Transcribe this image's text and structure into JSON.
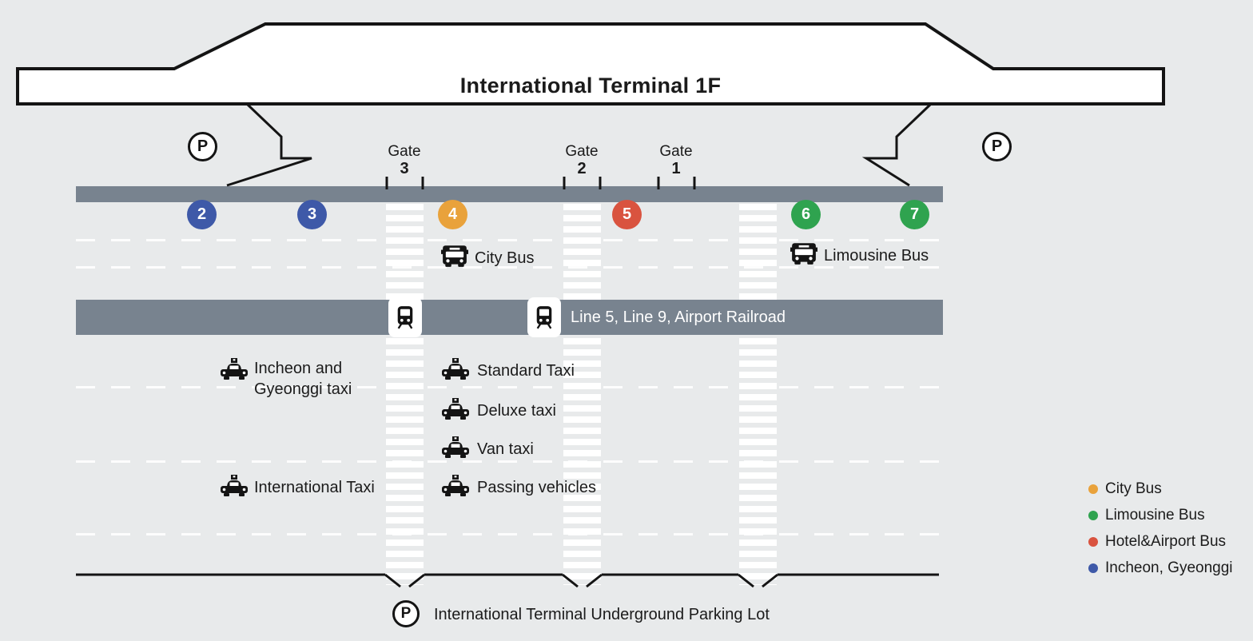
{
  "title": "International Terminal 1F",
  "parking": {
    "symbol": "P",
    "underground_label": "International Terminal Underground Parking Lot"
  },
  "gates": [
    {
      "word": "Gate",
      "number": "3"
    },
    {
      "word": "Gate",
      "number": "2"
    },
    {
      "word": "Gate",
      "number": "1"
    }
  ],
  "stops": [
    {
      "number": "2",
      "color": "#3e59a8"
    },
    {
      "number": "3",
      "color": "#3e59a8"
    },
    {
      "number": "4",
      "color": "#e9a23b"
    },
    {
      "number": "5",
      "color": "#d9533f"
    },
    {
      "number": "6",
      "color": "#2fa34f"
    },
    {
      "number": "7",
      "color": "#2fa34f"
    }
  ],
  "transit": {
    "city_bus": "City Bus",
    "limousine_bus": "Limousine Bus",
    "rail_line": "Line 5, Line 9, Airport Railroad"
  },
  "taxi": {
    "incheon_gyeonggi": "Incheon and\nGyeonggi taxi",
    "standard": "Standard Taxi",
    "deluxe": "Deluxe taxi",
    "van": "Van taxi",
    "passing": "Passing vehicles",
    "international": "International Taxi"
  },
  "legend": [
    {
      "label": "City Bus",
      "color": "#e9a23b"
    },
    {
      "label": "Limousine Bus",
      "color": "#2fa34f"
    },
    {
      "label": "Hotel&Airport Bus",
      "color": "#d9533f"
    },
    {
      "label": "Incheon, Gyeonggi",
      "color": "#3e59a8"
    }
  ],
  "colors": {
    "background": "#e8eaeb",
    "road_gray": "#78838f",
    "outline": "#141414",
    "stripe_white": "#ffffff"
  },
  "icons": [
    "bus-icon",
    "train-icon",
    "taxi-icon",
    "parking-icon"
  ]
}
